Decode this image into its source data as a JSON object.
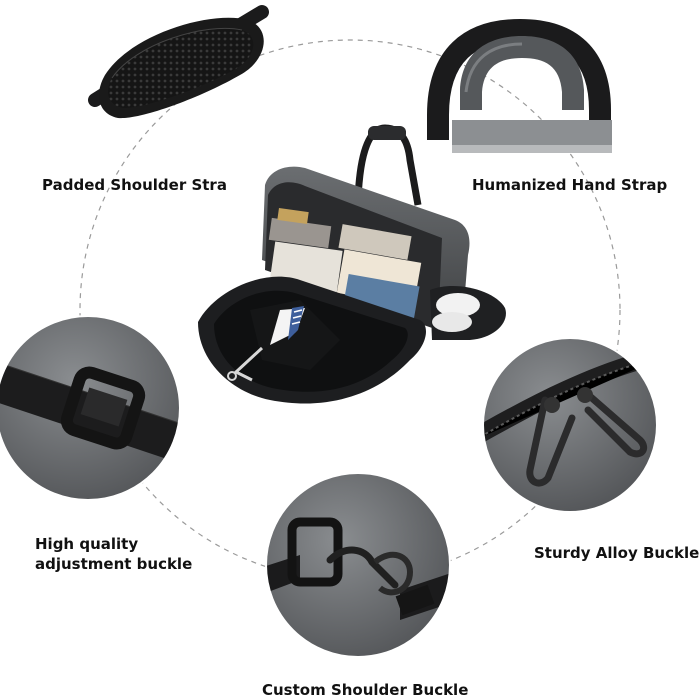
{
  "labels": {
    "padded_shoulder": "Padded Shoulder Stra",
    "hand_strap": "Humanized Hand Strap",
    "adjustment_line1": "High quality",
    "adjustment_line2": "adjustment buckle",
    "alloy_buckle": "Sturdy Alloy Buckle",
    "custom_buckle": "Custom Shoulder Buckle"
  },
  "colors": {
    "background": "#ffffff",
    "dashed_circle": "#9a9a9a",
    "bag_gray": "#5e6164",
    "bag_dark": "#2a2b2d",
    "strap_black": "#1b1b1c"
  }
}
